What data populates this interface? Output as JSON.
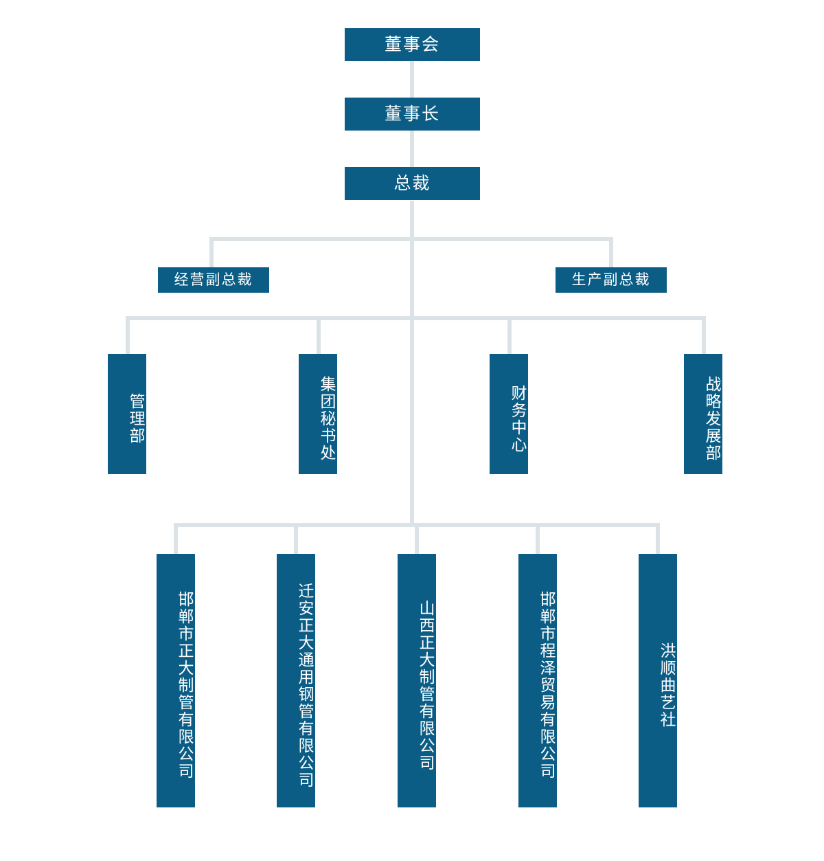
{
  "diagram": {
    "type": "organization-chart",
    "title_text": "",
    "colors": {
      "node_fill": "#0b5d85",
      "node_text": "#ffffff",
      "connector": "#dce3e6",
      "background": "#ffffff"
    },
    "levels": {
      "level1": {
        "nodes": [
          {
            "id": "board",
            "label": "董事会",
            "orientation": "horizontal"
          }
        ]
      },
      "level2": {
        "nodes": [
          {
            "id": "chairman",
            "label": "董事长",
            "orientation": "horizontal"
          }
        ]
      },
      "level3": {
        "nodes": [
          {
            "id": "president",
            "label": "总裁",
            "orientation": "horizontal"
          }
        ]
      },
      "level4": {
        "nodes": [
          {
            "id": "vp-operations",
            "label": "经营副总裁",
            "orientation": "horizontal"
          },
          {
            "id": "vp-production",
            "label": "生产副总裁",
            "orientation": "horizontal"
          }
        ]
      },
      "level5": {
        "nodes": [
          {
            "id": "dept-management",
            "label": "管理部",
            "orientation": "vertical"
          },
          {
            "id": "dept-secretariat",
            "label": "集团秘书处",
            "orientation": "vertical"
          },
          {
            "id": "dept-finance",
            "label": "财务中心",
            "orientation": "vertical"
          },
          {
            "id": "dept-strategy",
            "label": "战略发展部",
            "orientation": "vertical"
          }
        ]
      },
      "level6": {
        "nodes": [
          {
            "id": "sub-handan-zhengda",
            "label": "邯郸市正大制管有限公司",
            "orientation": "vertical"
          },
          {
            "id": "sub-qianan-zhengda",
            "label": "迁安正大通用钢管有限公司",
            "orientation": "vertical"
          },
          {
            "id": "sub-shanxi-zhengda",
            "label": "山西正大制管有限公司",
            "orientation": "vertical"
          },
          {
            "id": "sub-handan-chengze",
            "label": "邯郸市程泽贸易有限公司",
            "orientation": "vertical"
          },
          {
            "id": "sub-hongshun",
            "label": "洪顺曲艺社",
            "orientation": "vertical"
          }
        ]
      }
    }
  }
}
